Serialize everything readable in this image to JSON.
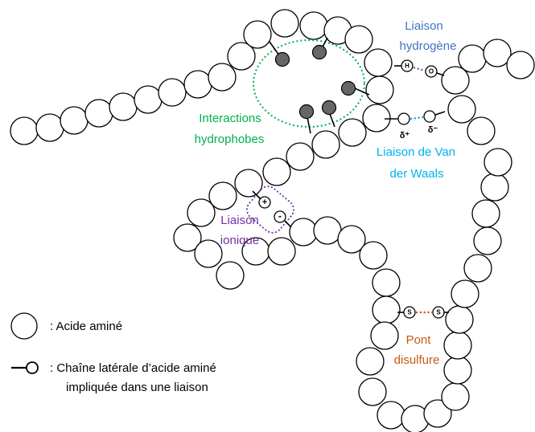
{
  "labels": {
    "h_bond_line1": "Liaison",
    "h_bond_line2": "hydrogène",
    "hydrophobic_line1": "Interactions",
    "hydrophobic_line2": "hydrophobes",
    "vdw_line1": "Liaison de Van",
    "vdw_line2": "der Waals",
    "ionic_line1": "Liaison",
    "ionic_line2": "ionique",
    "disulfide_line1": "Pont",
    "disulfide_line2": "disulfure"
  },
  "symbols": {
    "hydrogen": "H",
    "oxygen": "O",
    "delta_plus": "δ⁺",
    "delta_minus": "δ⁻",
    "plus": "+",
    "minus": "-",
    "sulfur_1": "S",
    "sulfur_2": "S"
  },
  "legend": {
    "amino_acid": ": Acide aminé",
    "side_chain_line1": ": Chaîne latérale d’acide aminé",
    "side_chain_line2": "impliquée dans une liaison"
  },
  "colors": {
    "h_bond": "#4472c4",
    "hydrophobic": "#00b050",
    "vdw": "#00b0f0",
    "ionic": "#7030a0",
    "disulfide": "#c55a11"
  }
}
